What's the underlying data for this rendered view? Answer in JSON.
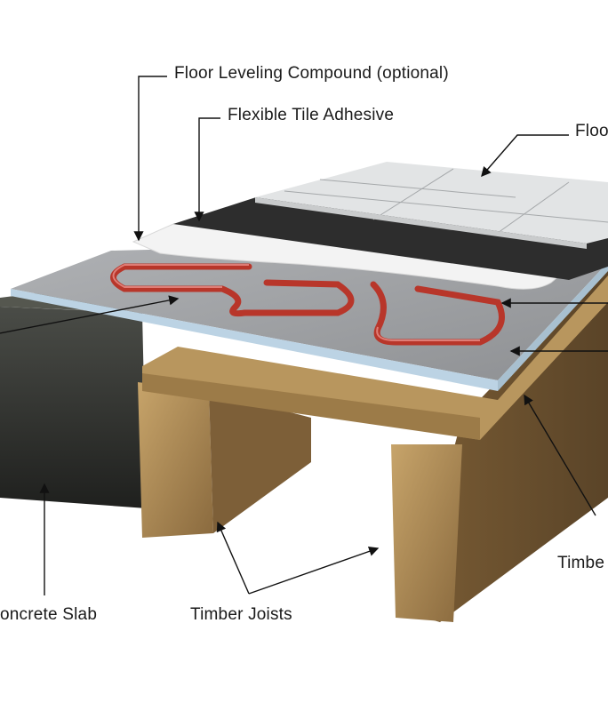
{
  "labels": {
    "leveling": "Floor Leveling Compound (optional)",
    "adhesive": "Flexible Tile Adhesive",
    "floor": "Floo",
    "concrete": "oncrete Slab",
    "joists": "Timber Joists",
    "timber_right": "Timbe"
  },
  "colors": {
    "tile": "#dfe1e2",
    "adhesive": "#2b2b2b",
    "membrane": "#f4f4f4",
    "board": "#9a9c9f",
    "board_edge": "#bcd3e4",
    "heating_cable": "#c0392b",
    "timber": "#a98652",
    "concrete": "#3a3c38"
  }
}
